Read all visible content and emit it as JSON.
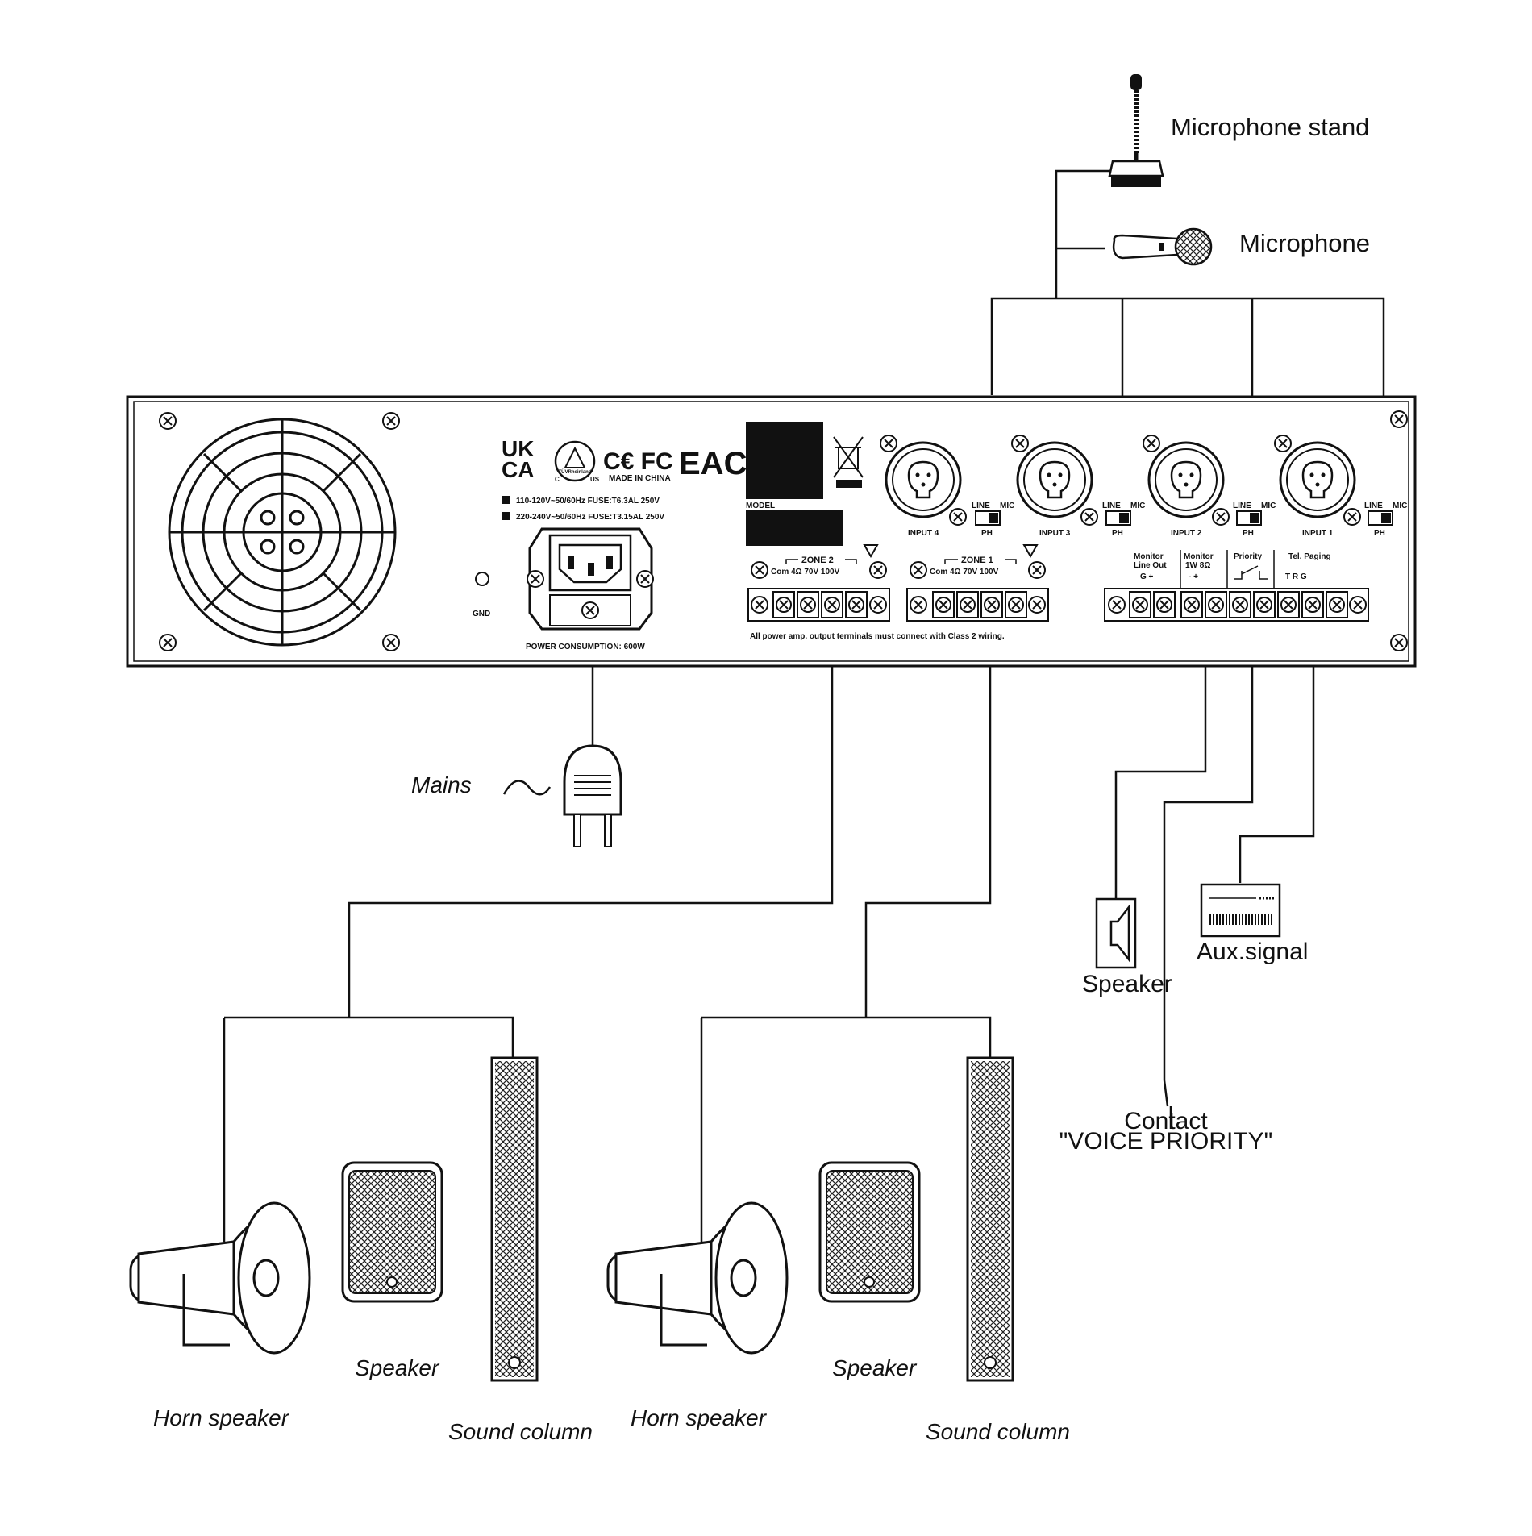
{
  "labels": {
    "microphone_stand": "Microphone stand",
    "microphone": "Microphone",
    "mains": "Mains",
    "speaker_monitor": "Speaker",
    "aux_signal": "Aux.signal",
    "contact_line1": "Contact",
    "contact_line2": "\"VOICE PRIORITY\"",
    "zone2_horn": "Horn speaker",
    "zone2_speaker": "Speaker",
    "zone2_column": "Sound column",
    "zone1_horn": "Horn speaker",
    "zone1_speaker": "Speaker",
    "zone1_column": "Sound column"
  },
  "panel": {
    "ukca_line1": "UK",
    "ukca_line2": "CA",
    "tuv": "TÜVRheinland",
    "ce_fc": "C€ FC",
    "eac": "EAC",
    "made_in": "MADE IN CHINA",
    "c_mark": "C",
    "us_mark": "US",
    "voltage1": "110-120V~50/60Hz  FUSE:T6.3AL 250V",
    "voltage2": "220-240V~50/60Hz  FUSE:T3.15AL 250V",
    "power": "POWER CONSUMPTION: 600W",
    "gnd": "GND",
    "model": "MODEL",
    "zone2_title": "ZONE 2",
    "zone2_terms": "Com   4Ω    70V  100V",
    "zone1_title": "ZONE 1",
    "zone1_terms": "Com   4Ω    70V  100V",
    "warning": "All power amp. output terminals must connect with Class 2 wiring.",
    "input4": "INPUT 4",
    "input3": "INPUT 3",
    "input2": "INPUT 2",
    "input1": "INPUT 1",
    "line": "LINE",
    "mic": "MIC",
    "ph": "PH",
    "monitor_line_out_1": "Monitor",
    "monitor_line_out_2": "Line Out",
    "monitor_line_out_terms": "G    +",
    "monitor_1w_1": "Monitor",
    "monitor_1w_2": "1W 8Ω",
    "monitor_1w_terms": "-    +",
    "priority": "Priority",
    "tel_paging": "Tel. Paging",
    "tel_terms": "T     R     G"
  }
}
